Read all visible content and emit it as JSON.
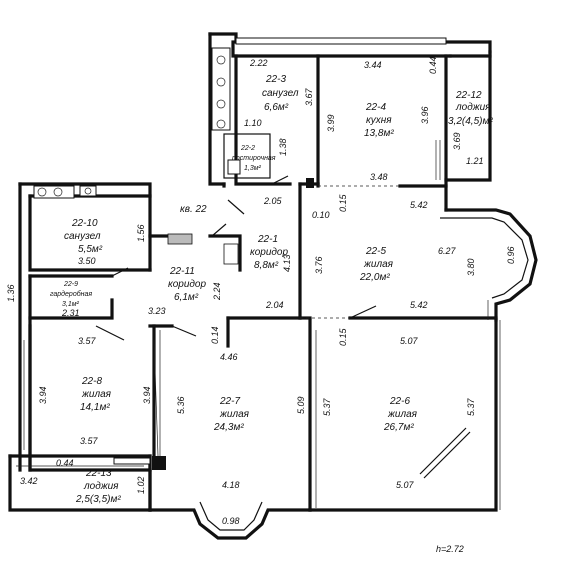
{
  "rooms": {
    "r22_1": {
      "id": "22-1",
      "name": "коридор",
      "area": "8,8м²"
    },
    "r22_2": {
      "id": "22-2",
      "name": "постирочная",
      "area": "1,3м²"
    },
    "r22_3": {
      "id": "22-3",
      "name": "санузел",
      "area": "6,6м²"
    },
    "r22_4": {
      "id": "22-4",
      "name": "кухня",
      "area": "13,8м²"
    },
    "r22_5": {
      "id": "22-5",
      "name": "жилая",
      "area": "22,0м²"
    },
    "r22_6": {
      "id": "22-6",
      "name": "жилая",
      "area": "26,7м²"
    },
    "r22_7": {
      "id": "22-7",
      "name": "жилая",
      "area": "24,3м²"
    },
    "r22_8": {
      "id": "22-8",
      "name": "жилая",
      "area": "14,1м²"
    },
    "r22_9": {
      "id": "22-9",
      "name": "гардеробная",
      "area": "3,1м²"
    },
    "r22_10": {
      "id": "22-10",
      "name": "санузел",
      "area": "5,5м²"
    },
    "r22_11": {
      "id": "22-11",
      "name": "коридор",
      "area": "6,1м²"
    },
    "r22_12": {
      "id": "22-12",
      "name": "лоджия",
      "area": "3,2(4,5)м²"
    },
    "r22_13": {
      "id": "22-13",
      "name": "лоджия",
      "area": "2,5(3,5)м²"
    }
  },
  "apartment_label": "кв. 22",
  "ceiling_height": "h=2.72",
  "dims": {
    "d2_22": "2.22",
    "d3_44": "3.44",
    "d0_44a": "0.44",
    "d3_67": "3.67",
    "d3_99": "3.99",
    "d3_96": "3.96",
    "d1_10": "1.10",
    "d1_38": "1.38",
    "d3_69": "3.69",
    "d1_21": "1.21",
    "d3_48": "3.48",
    "d2_05": "2.05",
    "d0_10": "0.10",
    "d0_15a": "0.15",
    "d5_42a": "5.42",
    "d1_56": "1.56",
    "d3_50": "3.50",
    "d6_27": "6.27",
    "d4_13": "4.13",
    "d3_76": "3.76",
    "d3_80": "3.80",
    "d0_96": "0.96",
    "d1_36": "1.36",
    "d2_31": "2.31",
    "d2_24": "2.24",
    "d2_04": "2.04",
    "d5_42b": "5.42",
    "d3_23": "3.23",
    "d0_14": "0.14",
    "d0_15b": "0.15",
    "d3_57a": "3.57",
    "d5_07a": "5.07",
    "d4_46": "4.46",
    "d3_94a": "3.94",
    "d3_94b": "3.94",
    "d5_36": "5.36",
    "d5_09": "5.09",
    "d5_37a": "5.37",
    "d5_37b": "5.37",
    "d3_57b": "3.57",
    "d0_44b": "0.44",
    "d3_42": "3.42",
    "d1_02": "1.02",
    "d4_18": "4.18",
    "d5_07b": "5.07",
    "d0_98": "0.98"
  }
}
